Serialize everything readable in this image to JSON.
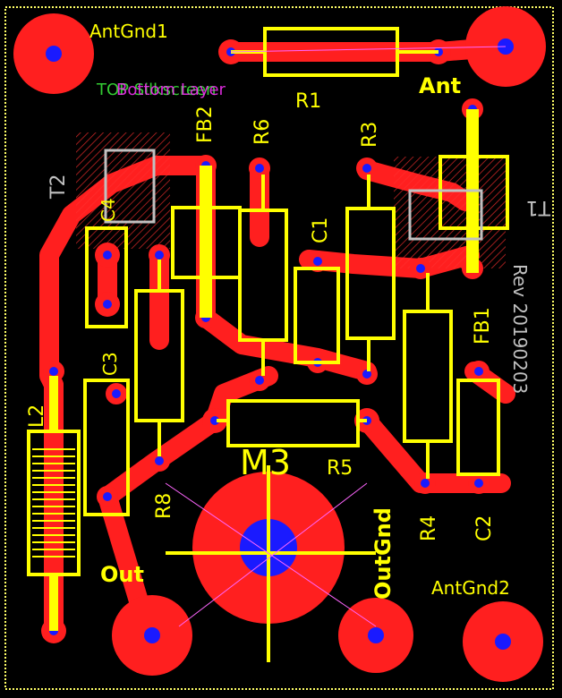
{
  "colors": {
    "background": "#000000",
    "copper": "#ff1f1f",
    "silk": "#ffff00",
    "drill": "#1a1aff",
    "outline_grey": "#c0c0c0",
    "hatch": "#ff3030",
    "edge": "#ffff66",
    "text_green": "#33cc33",
    "text_magenta": "#ff33ff"
  },
  "labels": {
    "ant_gnd1": "AntGnd1",
    "ant": "Ant",
    "r1": "R1",
    "fb2": "FB2",
    "r6": "R6",
    "r3": "R3",
    "c1": "C1",
    "t2": "T2",
    "c4": "C4",
    "t1": "T1",
    "c3": "C3",
    "fb1": "FB1",
    "l2": "L2",
    "r8": "R8",
    "m3": "M3",
    "r5": "R5",
    "out_gnd": "OutGnd",
    "r4": "R4",
    "c2": "C2",
    "out": "Out",
    "ant_gnd2": "AntGnd2",
    "rev": "Rev 20190203",
    "topleft_a": "TOP Silkscreen",
    "topleft_b": "Bottom Layer"
  }
}
